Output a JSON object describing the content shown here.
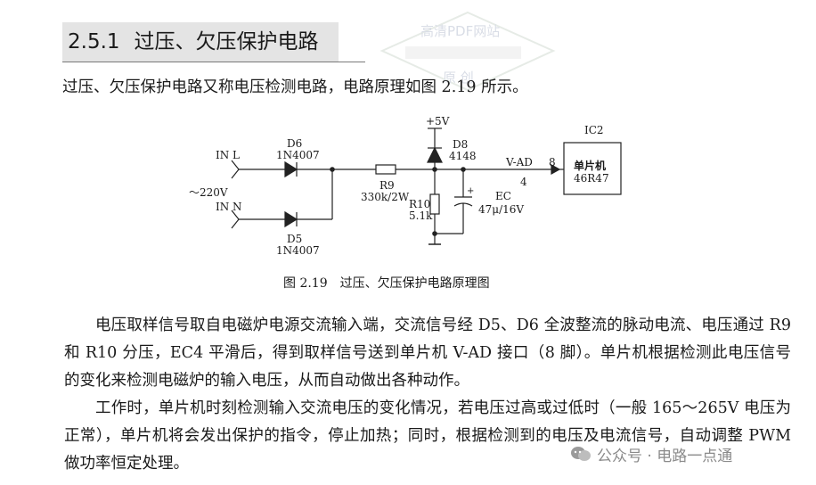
{
  "section": {
    "number": "2.5.1",
    "title": "过压、欠压保护电路"
  },
  "watermark": {
    "top": "高清PDF网站",
    "bottom": "原 创"
  },
  "intro": "过压、欠压保护电路又称电压检测电路，电路原理如图 2.19 所示。",
  "figure": {
    "caption": "图 2.19　过压、欠压保护电路原理图",
    "labels": {
      "in_l": "IN L",
      "in_n": "IN N",
      "ac": "～220V",
      "d6": "D6",
      "d6_part": "1N4007",
      "d5": "D5",
      "d5_part": "1N4007",
      "r9": "R9",
      "r9_val": "330k/2W",
      "vcc": "+5V",
      "d8": "D8",
      "d8_part": "4148",
      "r10": "R10",
      "r10_val": "5.1k",
      "vad": "V-AD",
      "vad_pin": "4",
      "ec": "EC",
      "ec_val": "47μ/16V",
      "ec_plus": "+",
      "ic2": "IC2",
      "ic_pin": "8",
      "ic_name": "单片机",
      "ic_part": "46R47"
    }
  },
  "paragraph1": "电压取样信号取自电磁炉电源交流输入端，交流信号经 D5、D6 全波整流的脉动电流、电压通过 R9 和 R10 分压，EC4 平滑后，得到取样信号送到单片机 V-AD 接口（8 脚）。单片机根据检测此电压信号的变化来检测电磁炉的输入电压，从而自动做出各种动作。",
  "paragraph2": "工作时，单片机时刻检测输入交流电压的变化情况，若电压过高或过低时（一般 165～265V 电压为正常），单片机将会发出保护的指令，停止加热；同时，根据检测到的电压及电流信号，自动调整 PWM 做功率恒定处理。",
  "footer": {
    "text": "公众号 · 电路一点通"
  }
}
